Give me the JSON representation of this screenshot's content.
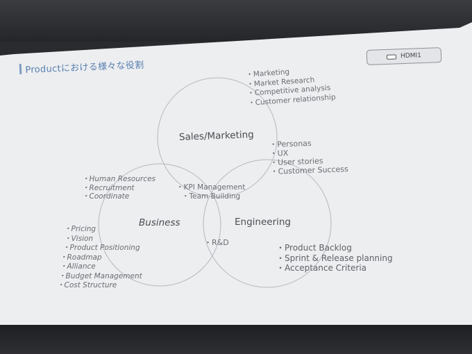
{
  "slide": {
    "title": "Productにおける様々な役割",
    "badge": {
      "label": "HDMI1",
      "icon": "hdmi-icon"
    },
    "circles": {
      "sales": "Sales/Marketing",
      "business": "Business",
      "engineering": "Engineering"
    },
    "lists": {
      "sales_only": [
        "Marketing",
        "Market Research",
        "Competitive analysis",
        "Customer relationship"
      ],
      "sales_engineering": [
        "Personas",
        "UX",
        "User stories",
        "Customer Success"
      ],
      "sales_business": [
        "Human Resources",
        "Recruitment",
        "Coordinate"
      ],
      "center": [
        "KPI Management",
        "Team Building"
      ],
      "business_only": [
        "Pricing",
        "Vision",
        "Product Positioning",
        "Roadmap",
        "Alliance",
        "Budget Management",
        "Cost Structure"
      ],
      "business_engineering": [
        "R&D"
      ],
      "engineering_only": [
        "Product Backlog",
        "Sprint & Release planning",
        "Acceptance Criteria"
      ]
    }
  }
}
